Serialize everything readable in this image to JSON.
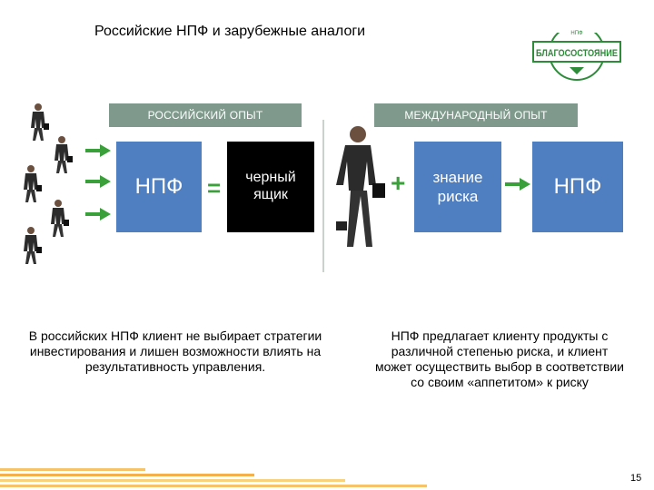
{
  "title": "Российские НПФ и зарубежные аналоги",
  "logo": {
    "icon": "blagosostoyanie-logo",
    "text_top": "НПФ",
    "text_main": "БЛАГОСОСТОЯНИЕ"
  },
  "russian": {
    "band_label": "РОССИЙСКИЙ ОПЫТ",
    "npf_label": "НПФ",
    "equals_sign": "=",
    "black_box_line1": "черный",
    "black_box_line2": "ящик",
    "description": "В российских НПФ клиент не выбирает стратегии инвестирования и лишен возможности влиять на результативность управления."
  },
  "international": {
    "band_label": "МЕЖДУНАРОДНЫЙ ОПЫТ",
    "plus_sign": "+",
    "risk_line1": "знание",
    "risk_line2": "риска",
    "npf_label": "НПФ",
    "description": "НПФ предлагает клиенту продукты с различной степенью риска, и клиент может осуществить выбор в соответствии со своим «аппетитом» к риску"
  },
  "page_number": "15",
  "colors": {
    "band": "#7f9a8c",
    "box_blue": "#4f7fc0",
    "arrow_green": "#3aa03a",
    "logo_green": "#2e8b3a"
  }
}
